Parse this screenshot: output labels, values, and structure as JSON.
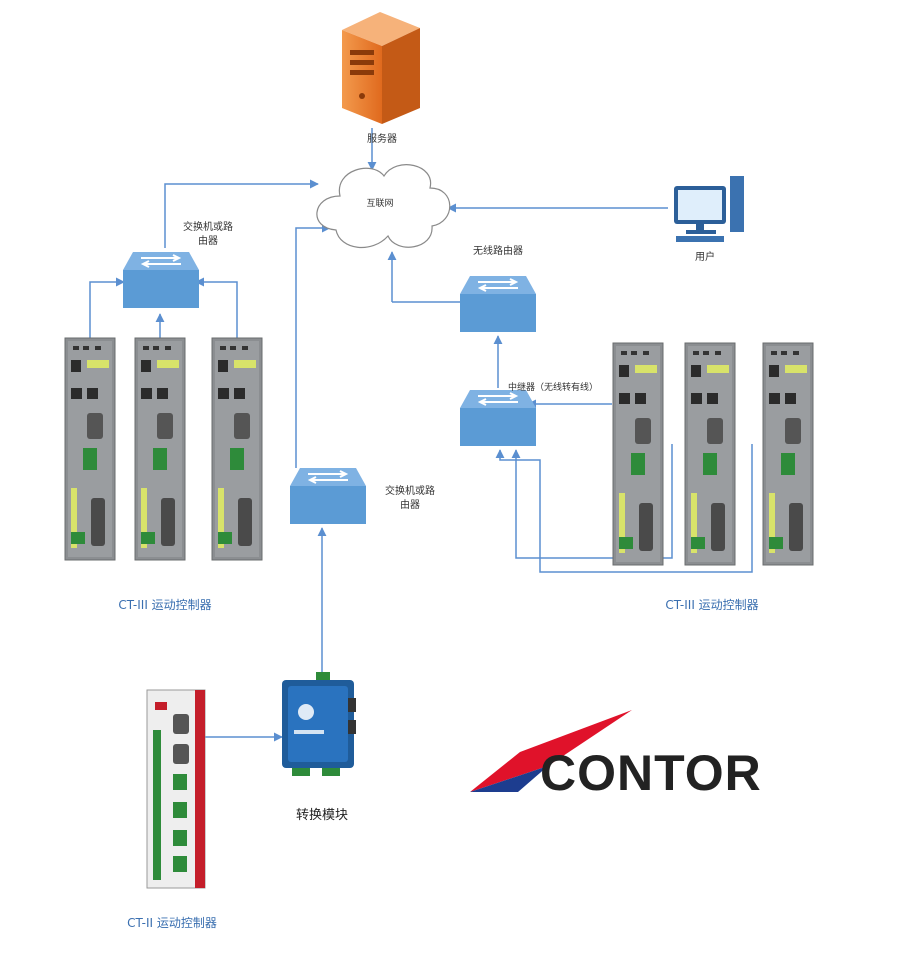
{
  "labels": {
    "server": "服务器",
    "internet": "互联网",
    "user": "用户",
    "switch_top": [
      "交换机或路",
      "由器"
    ],
    "wireless_router": "无线路由器",
    "repeater": "中继器（无线转有线）",
    "switch_mid": [
      "交换机或路",
      "由器"
    ],
    "ct3_left": "CT-III 运动控制器",
    "ct3_right": "CT-III 运动控制器",
    "converter": "转换模块",
    "ct2": "CT-II 运动控制器"
  },
  "logo": {
    "text": "CONTOR",
    "colors": {
      "red": "#e0122a",
      "blue": "#1d3d8f",
      "text": "#222222"
    }
  },
  "colors": {
    "line": "#5b8fd0",
    "switch_fill": "#5b9bd5",
    "server": "#e8762b",
    "device_body": "#8a8d90",
    "ct2_red": "#c41e2a"
  },
  "icons": [
    "server-icon",
    "cloud-icon",
    "computer-icon",
    "switch-icon",
    "controller-icon",
    "converter-icon"
  ]
}
